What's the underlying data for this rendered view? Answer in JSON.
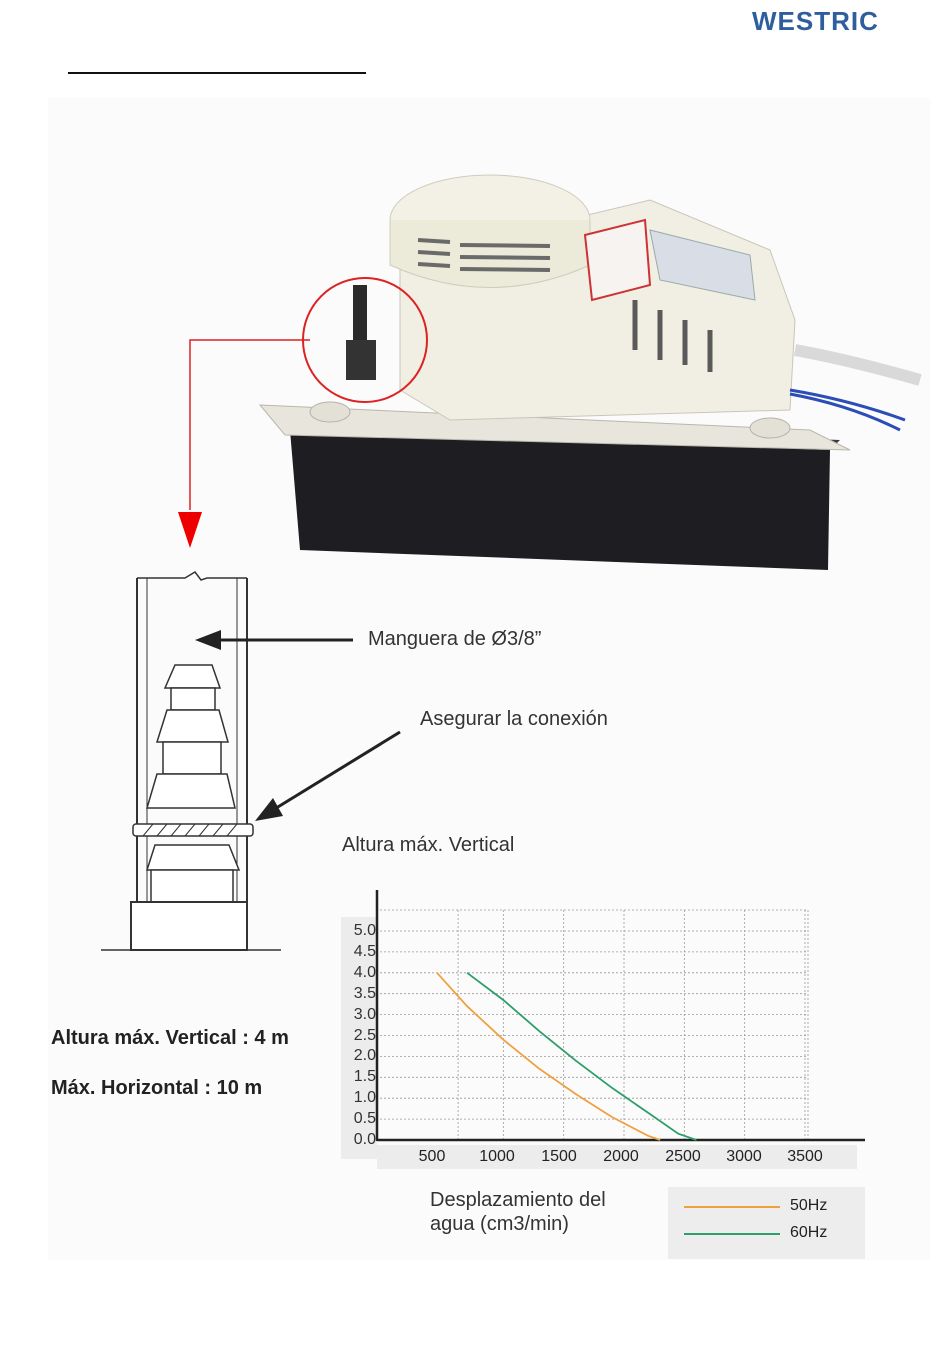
{
  "header": {
    "brand": "WESTRIC"
  },
  "diagram": {
    "hose_label": "Manguera de Ø3/8”",
    "secure_label": "Asegurar la conexión"
  },
  "specs": {
    "vertical": "Altura máx. Vertical : 4 m",
    "horizontal": "Máx. Horizontal : 10 m"
  },
  "chart_data": {
    "type": "line",
    "title": "Altura máx. Vertical",
    "xlabel": "Desplazamiento del\nagua  (cm3/min)",
    "ylabel": "",
    "xlim": [
      0,
      3700
    ],
    "ylim": [
      0,
      5.2
    ],
    "xticks": [
      "500",
      "1000",
      "1500",
      "2000",
      "2500",
      "3000",
      "3500"
    ],
    "yticks": [
      "0.0",
      "0.5",
      "1.0",
      "1.5",
      "2.0",
      "2.5",
      "3.0",
      "3.5",
      "4.0",
      "4.5",
      "5.0"
    ],
    "grid": true,
    "legend_position": "bottom-right",
    "series": [
      {
        "name": "50Hz",
        "color": "#f0a040",
        "points": [
          [
            450,
            4.0
          ],
          [
            700,
            3.2
          ],
          [
            1000,
            2.4
          ],
          [
            1300,
            1.7
          ],
          [
            1600,
            1.1
          ],
          [
            1900,
            0.55
          ],
          [
            2200,
            0.1
          ],
          [
            2300,
            0.0
          ]
        ]
      },
      {
        "name": "60Hz",
        "color": "#2e9e6a",
        "points": [
          [
            700,
            4.0
          ],
          [
            1000,
            3.35
          ],
          [
            1300,
            2.6
          ],
          [
            1600,
            1.9
          ],
          [
            1900,
            1.25
          ],
          [
            2200,
            0.65
          ],
          [
            2450,
            0.15
          ],
          [
            2600,
            0.0
          ]
        ]
      }
    ]
  }
}
